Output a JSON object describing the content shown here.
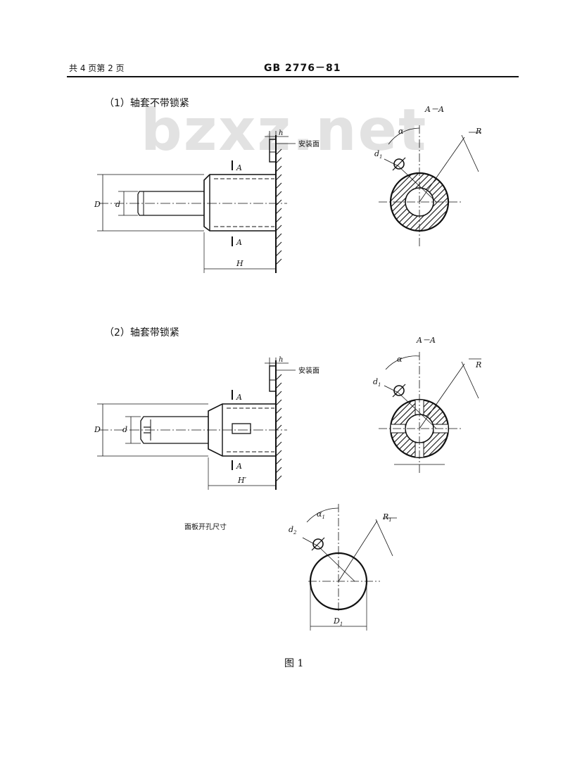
{
  "header": {
    "page_info": "共 4 页第 2 页",
    "standard_code": "GB 2776－81"
  },
  "watermark": "bzxz.net",
  "section1": {
    "title": "（1）轴套不带锁紧",
    "label_mount_surface": "安装面",
    "label_h": "h",
    "label_A_top": "A",
    "label_A_bottom": "A",
    "label_D": "D",
    "label_d": "d",
    "label_H": "H",
    "section_view": {
      "title": "A－A",
      "label_alpha": "α",
      "label_R": "R",
      "label_d1": "d",
      "label_d1_sub": "1"
    }
  },
  "section2": {
    "title": "（2）轴套带锁紧",
    "label_mount_surface": "安装面",
    "label_h": "h",
    "label_A_top": "A",
    "label_A_bottom": "A",
    "label_D": "D",
    "label_d": "d",
    "label_H": "H′",
    "section_view": {
      "title": "A－A",
      "label_alpha": "α",
      "label_R": "R",
      "label_d1": "d",
      "label_d1_sub": "1"
    }
  },
  "panel_cutout": {
    "title": "面板开孔尺寸",
    "label_alpha": "α",
    "label_alpha_sub": "1",
    "label_R": "R",
    "label_R_sub": "1",
    "label_d": "d",
    "label_d_sub": "2",
    "label_D": "D",
    "label_D_sub": "1"
  },
  "figure_caption": "图 1"
}
